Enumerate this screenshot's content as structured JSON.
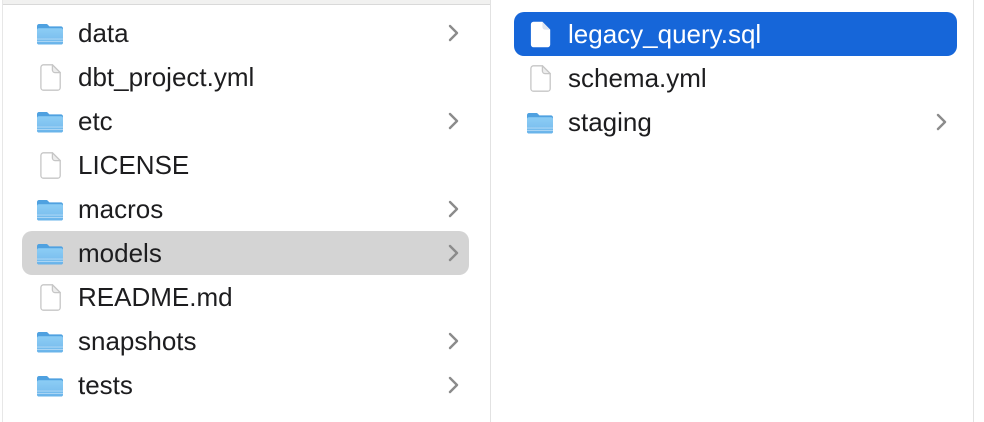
{
  "view": {
    "kind": "finder-column-browser",
    "selected_path_hint": "models / legacy_query.sql"
  },
  "columns": {
    "left": {
      "items": [
        {
          "label": "data",
          "type": "folder",
          "has_chevron": true,
          "selected": "none"
        },
        {
          "label": "dbt_project.yml",
          "type": "file",
          "has_chevron": false,
          "selected": "none"
        },
        {
          "label": "etc",
          "type": "folder",
          "has_chevron": true,
          "selected": "none"
        },
        {
          "label": "LICENSE",
          "type": "file",
          "has_chevron": false,
          "selected": "none"
        },
        {
          "label": "macros",
          "type": "folder",
          "has_chevron": true,
          "selected": "none"
        },
        {
          "label": "models",
          "type": "folder",
          "has_chevron": true,
          "selected": "gray"
        },
        {
          "label": "README.md",
          "type": "file",
          "has_chevron": false,
          "selected": "none"
        },
        {
          "label": "snapshots",
          "type": "folder",
          "has_chevron": true,
          "selected": "none"
        },
        {
          "label": "tests",
          "type": "folder",
          "has_chevron": true,
          "selected": "none"
        }
      ]
    },
    "right": {
      "items": [
        {
          "label": "legacy_query.sql",
          "type": "file",
          "has_chevron": false,
          "selected": "blue"
        },
        {
          "label": "schema.yml",
          "type": "file",
          "has_chevron": false,
          "selected": "none"
        },
        {
          "label": "staging",
          "type": "folder",
          "has_chevron": true,
          "selected": "none"
        }
      ]
    }
  },
  "icons": {
    "folder": "folder-icon",
    "file": "document-icon",
    "chevron": "chevron-right-icon"
  },
  "colors": {
    "selection_blue": "#1666d9",
    "selection_gray": "#d4d4d4",
    "text": "#1d1d1f",
    "selected_text": "#ffffff",
    "divider": "#e2e2e2",
    "chevron": "#8b8b8b",
    "folder_top": "#4fa1e0",
    "folder_body": "#7fc2f0",
    "file_outline": "#c6c6c6"
  }
}
